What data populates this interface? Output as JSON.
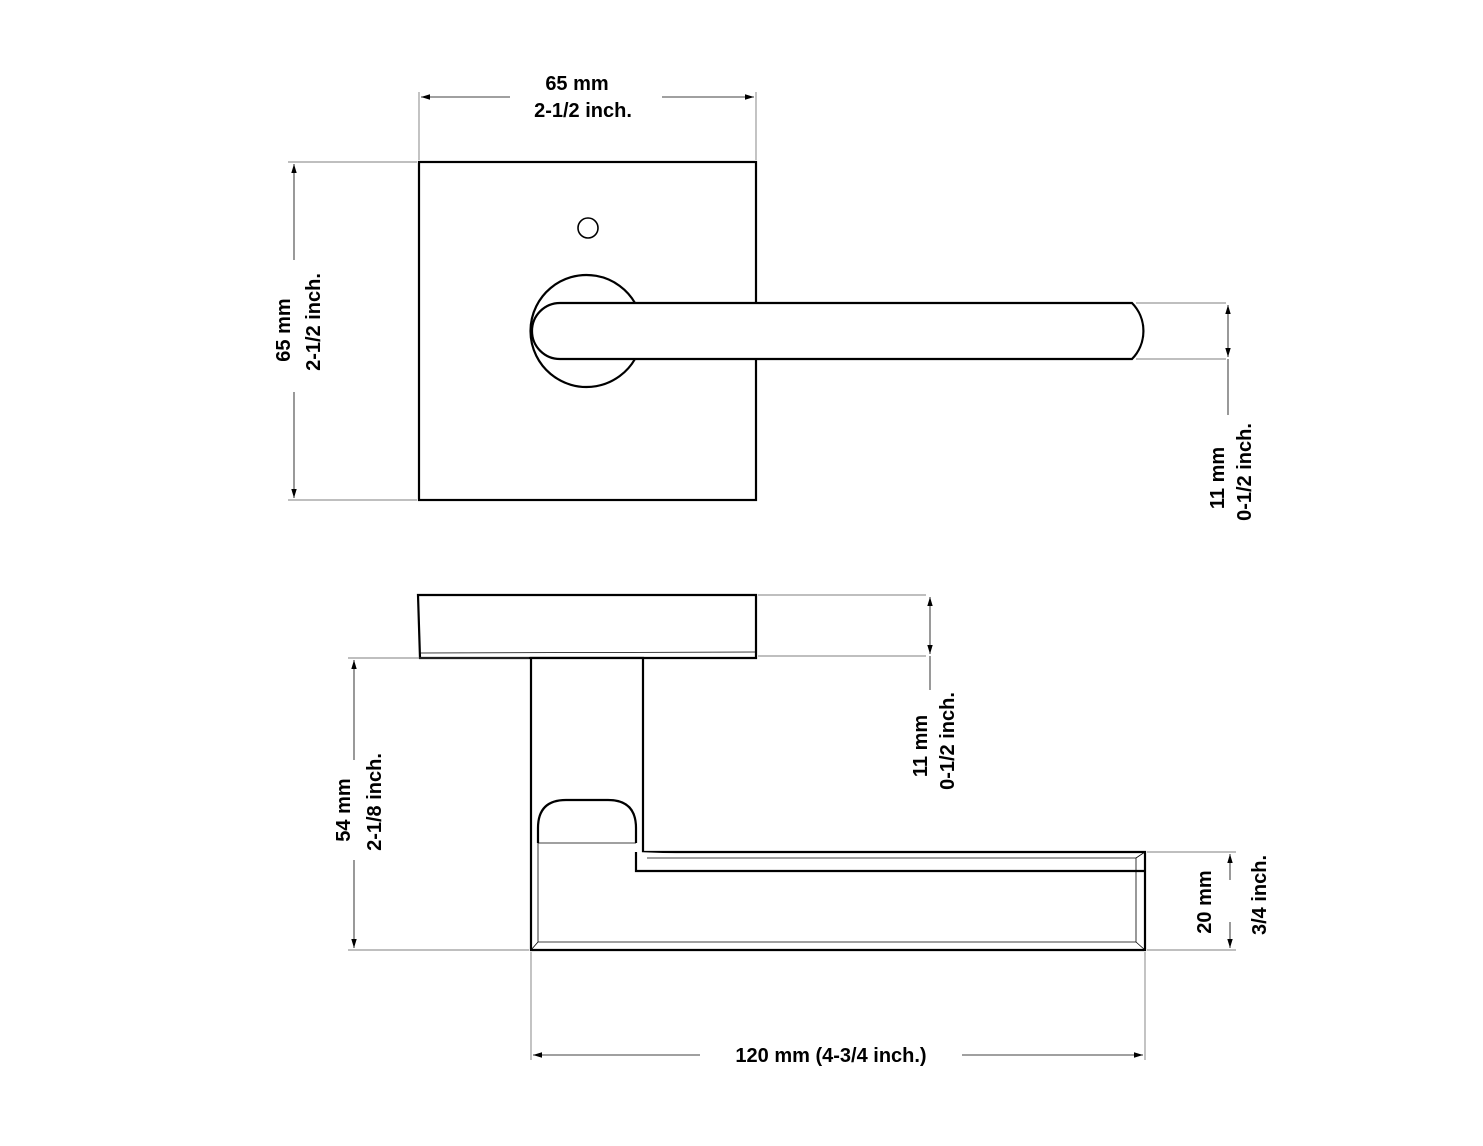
{
  "dimensions": {
    "rose_width_mm": "65 mm",
    "rose_width_in": "2-1/2 inch.",
    "rose_height_mm": "65 mm",
    "rose_height_in": "2-1/2 inch.",
    "lever_thickness_mm": "11 mm",
    "lever_thickness_in": "0-1/2 inch.",
    "rose_depth_mm": "11 mm",
    "rose_depth_in": "0-1/2 inch.",
    "projection_mm": "54 mm",
    "projection_in": "2-1/8 inch.",
    "lever_height_mm": "20 mm",
    "lever_height_in": "3/4 inch.",
    "lever_length": "120 mm (4-3/4 inch.)"
  }
}
